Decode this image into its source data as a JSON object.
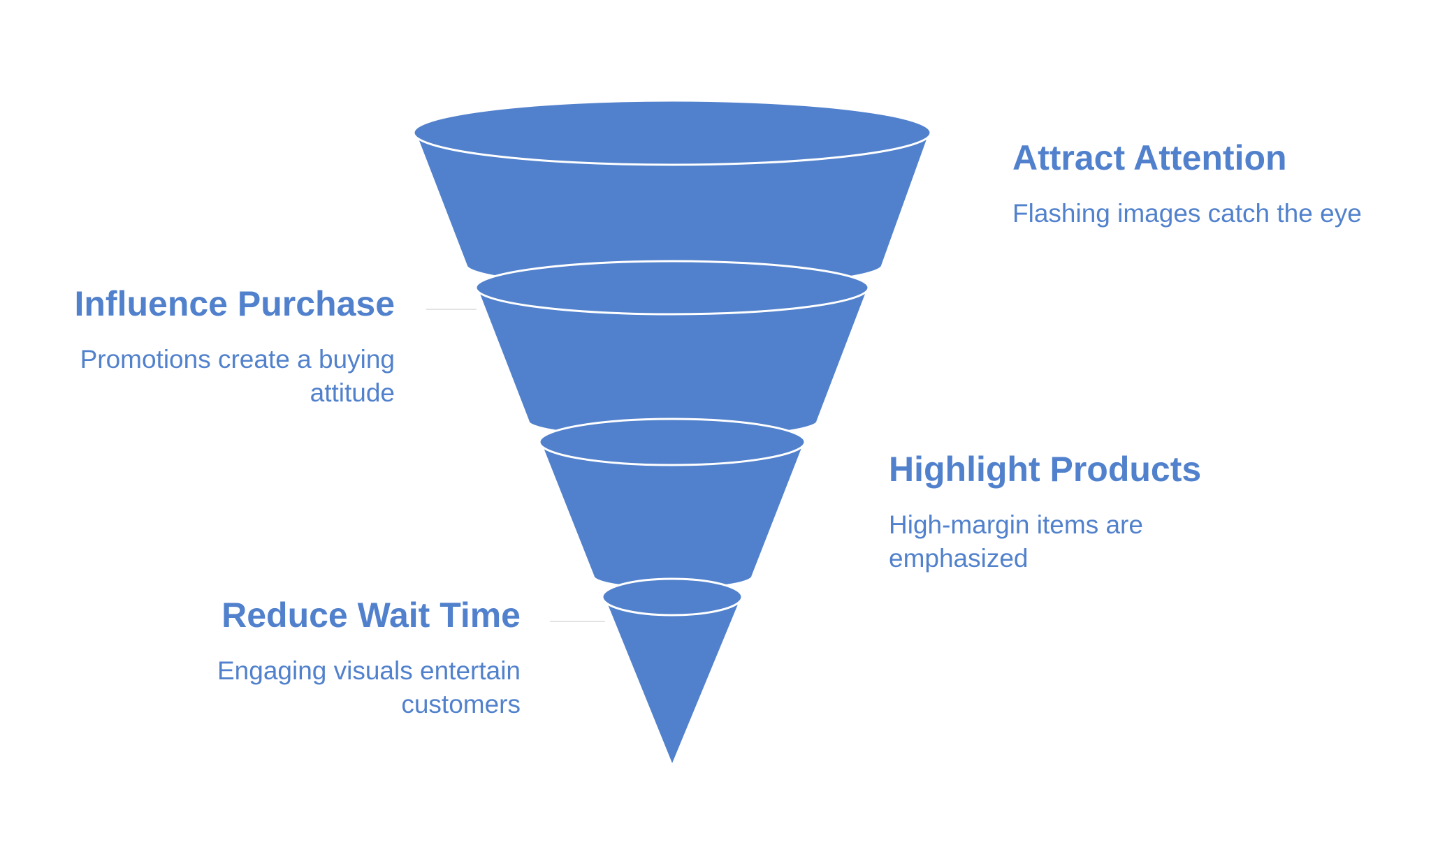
{
  "colors": {
    "accent": "#5181cc",
    "outline": "#ffffff",
    "connector": "#e3e3e3"
  },
  "stages": [
    {
      "title": "Attract Attention",
      "description": "Flashing images catch the eye",
      "side": "right"
    },
    {
      "title": "Influence Purchase",
      "description": "Promotions create a buying attitude",
      "side": "left"
    },
    {
      "title": "Highlight Products",
      "description": "High-margin items are emphasized",
      "side": "right"
    },
    {
      "title": "Reduce Wait Time",
      "description": "Engaging visuals entertain customers",
      "side": "left"
    }
  ]
}
